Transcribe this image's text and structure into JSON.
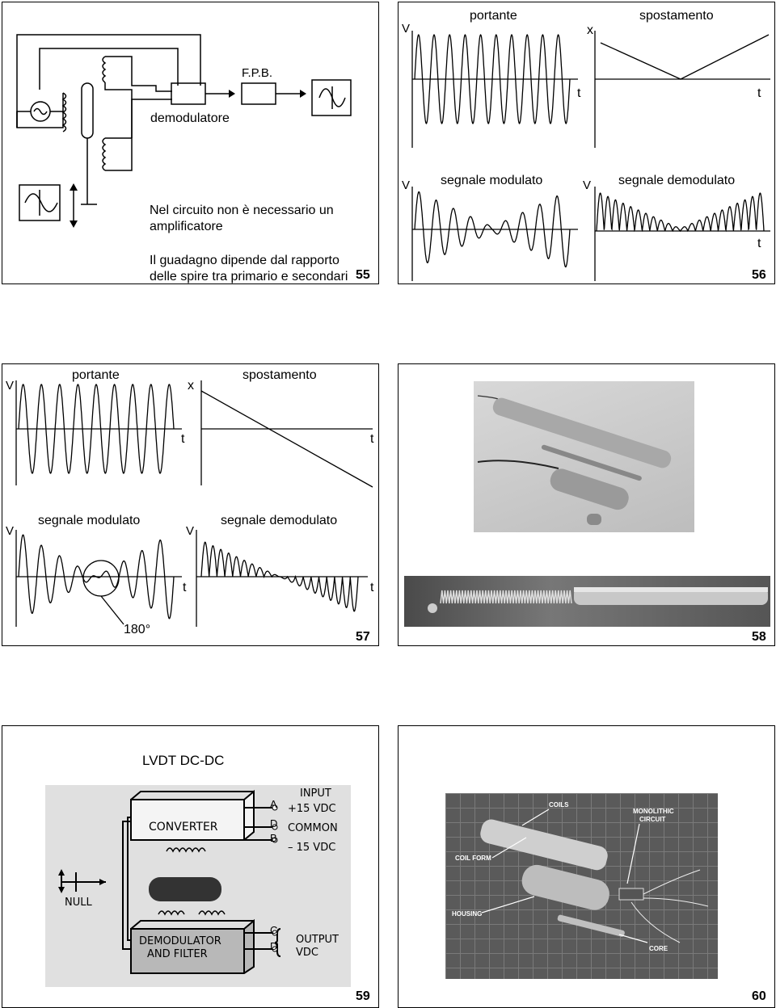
{
  "slide55": {
    "fpb_label": "F.P.B.",
    "demod_label": "demodulatore",
    "note1": "Nel circuito non è necessario un amplificatore",
    "note2": "Il guadagno dipende dal rapporto delle spire tra primario e secondari",
    "number": "55"
  },
  "slide56": {
    "carrier_title": "portante",
    "disp_title": "spostamento",
    "mod_title": "segnale modulato",
    "demod_title": "segnale demodulato",
    "v": "V",
    "x": "x",
    "t": "t",
    "number": "56"
  },
  "slide57": {
    "carrier_title": "portante",
    "disp_title": "spostamento",
    "mod_title": "segnale modulato",
    "demod_title": "segnale demodulato",
    "v": "V",
    "x": "x",
    "t": "t",
    "phase_label": "180°",
    "number": "57"
  },
  "slide58": {
    "number": "58"
  },
  "slide59": {
    "title": "LVDT DC-DC",
    "converter": "CONVERTER",
    "input": "INPUT",
    "plus15": "+15 VDC",
    "common": "COMMON",
    "minus15": "– 15 VDC",
    "pinA": "A",
    "pinD": "D",
    "pinB": "B",
    "pinC": "C",
    "pinD2": "D",
    "null": "NULL",
    "demod_line1": "DEMODULATOR",
    "demod_line2": "AND FILTER",
    "output_line1": "OUTPUT",
    "output_line2": "VDC",
    "number": "59"
  },
  "slide60": {
    "coils": "COILS",
    "monolithic_line1": "MONOLITHIC",
    "monolithic_line2": "CIRCUIT",
    "coil_form": "COIL FORM",
    "housing": "HOUSING",
    "core": "CORE",
    "number": "60"
  }
}
